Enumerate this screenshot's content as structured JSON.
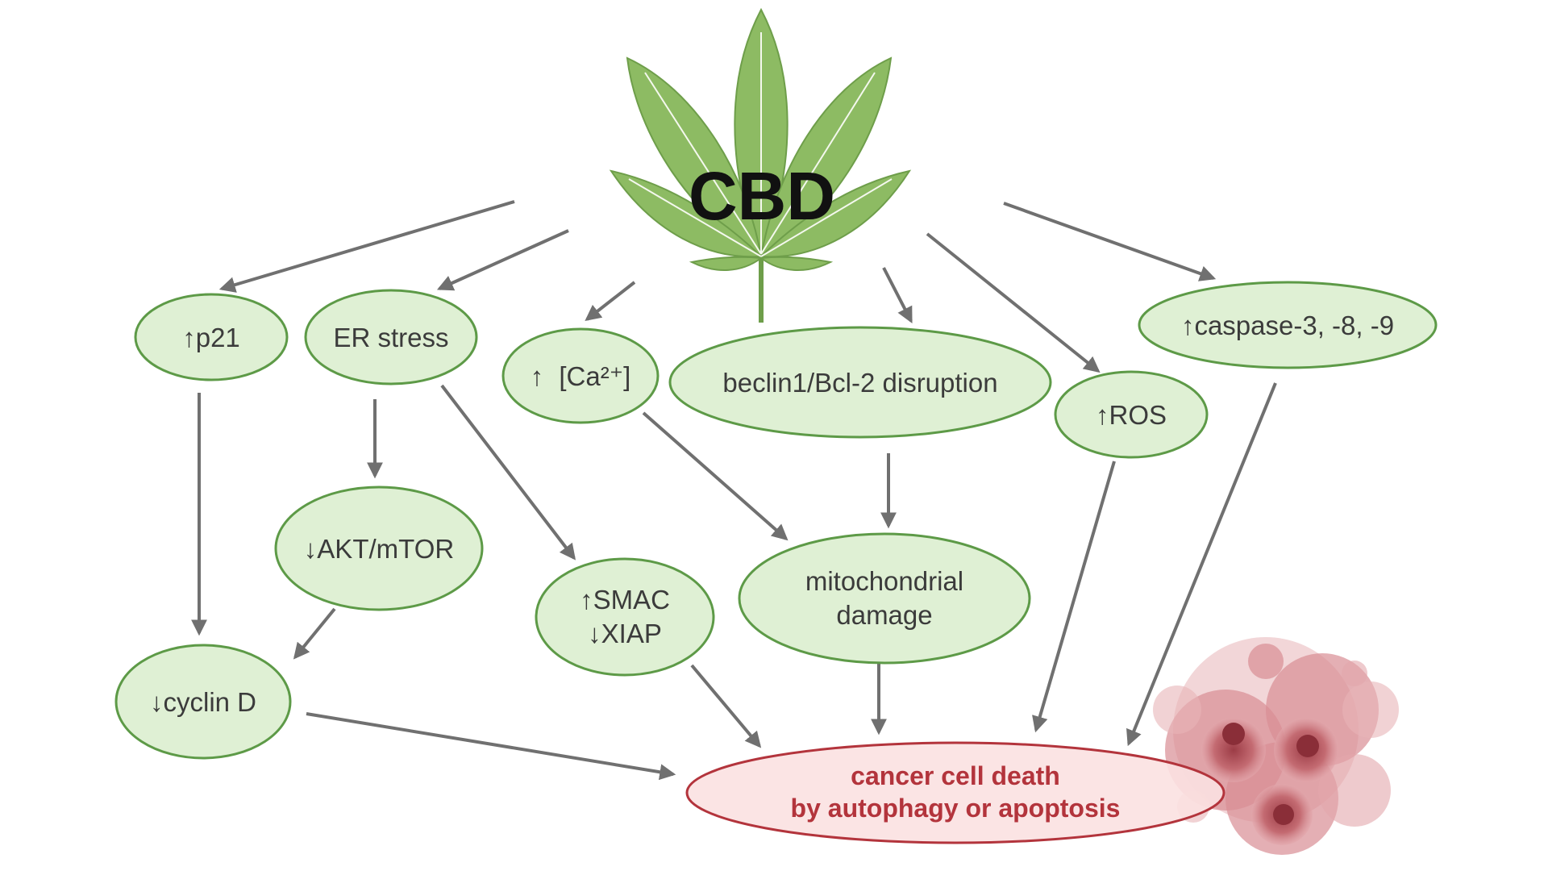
{
  "title": "CBD",
  "colors": {
    "node_fill": "#dff0d4",
    "node_stroke": "#5d9a47",
    "death_fill": "#fbe1e1",
    "death_stroke": "#b3343c",
    "arrow": "#707070",
    "leaf": "#8dbb63",
    "leaf_dark": "#6e9e4a",
    "cell": "#b85a62"
  },
  "nodes": {
    "p21": "↑p21",
    "er_stress": "ER stress",
    "ca_arrow": "↑",
    "ca_label": "[Ca²⁺]",
    "beclin": "beclin1/Bcl-2 disruption",
    "ros": "↑ROS",
    "caspase": "↑caspase-3, -8, -9",
    "akt": "↓AKT/mTOR",
    "smac_line1": "↑SMAC",
    "smac_line2": "↓XIAP",
    "mito_line1": "mitochondrial",
    "mito_line2": "damage",
    "cyclin": "↓cyclin D",
    "death_line1": "cancer cell death",
    "death_line2": "by autophagy or apoptosis"
  },
  "icons": {
    "leaf": "cannabis-leaf-icon",
    "cell": "cancer-cell-cluster-icon"
  }
}
